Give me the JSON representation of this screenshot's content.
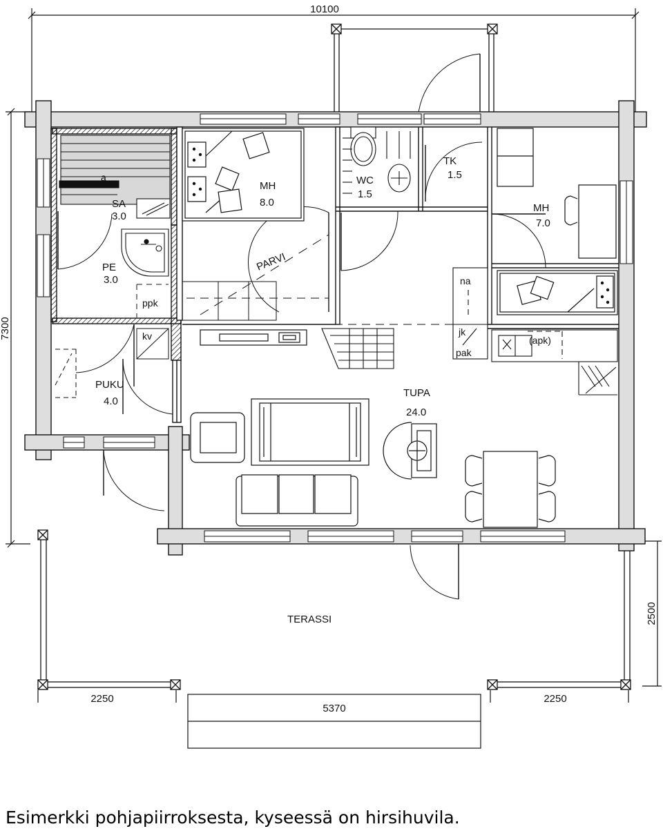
{
  "colors": {
    "ink": "#111111",
    "wall_fill": "#dedede",
    "paper": "#ffffff",
    "sauna_fill": "#d8d8d8"
  },
  "dimensions": {
    "top_width": "10100",
    "left_height": "7300",
    "right_terrace_depth": "2500",
    "bottom_left": "2250",
    "bottom_middle": "5370",
    "bottom_right": "2250"
  },
  "rooms": {
    "sa": {
      "name": "SA",
      "area": "3.0"
    },
    "pe": {
      "name": "PE",
      "area": "3.0"
    },
    "puku": {
      "name": "PUKU",
      "area": "4.0"
    },
    "mh1": {
      "name": "MH",
      "area": "8.0"
    },
    "wc": {
      "name": "WC",
      "area": "1.5"
    },
    "tk": {
      "name": "TK",
      "area": "1.5"
    },
    "mh2": {
      "name": "MH",
      "area": "7.0"
    },
    "tupa": {
      "name": "TUPA",
      "area": "24.0"
    },
    "terassi": {
      "name": "TERASSI"
    },
    "parvi": {
      "name": "PARVI"
    }
  },
  "fixtures": {
    "ppk": "ppk",
    "kv": "kv",
    "na": "na",
    "jk": "jk",
    "pak": "pak",
    "apk": "(apk)",
    "sauna_bench": "a"
  },
  "caption": "Esimerkki pohjapiirroksesta, kyseessä on hirsihuvila."
}
